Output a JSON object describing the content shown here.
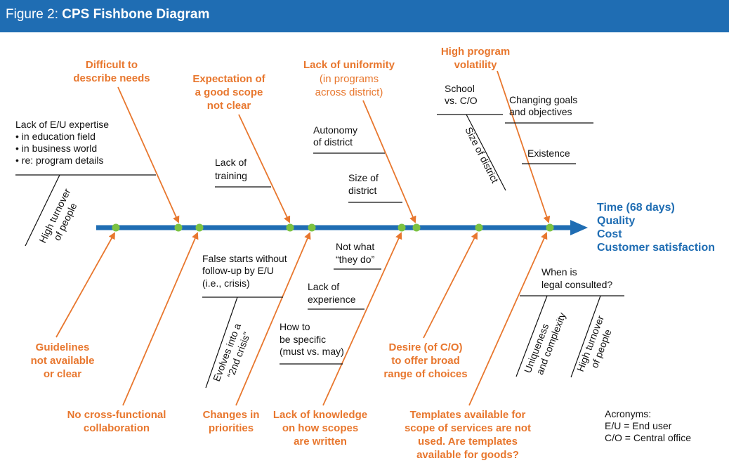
{
  "header": {
    "figure_label": "Figure 2:",
    "title": "CPS Fishbone Diagram"
  },
  "colors": {
    "header_bg": "#1f6db3",
    "spine": "#1f6db3",
    "cause_text": "#e8772e",
    "node": "#7cc242",
    "effect_text": "#1f6db3"
  },
  "effect": {
    "items": [
      "Time (68 days)",
      "Quality",
      "Cost",
      "Customer satisfaction"
    ]
  },
  "top_causes": {
    "difficult_needs": [
      "Difficult to",
      "describe needs"
    ],
    "scope_not_clear": [
      "Expectation of",
      "a good scope",
      "not clear"
    ],
    "uniformity_line1": "Lack of uniformity",
    "uniformity_line2": "(in programs",
    "uniformity_line3": "across district)",
    "volatility": [
      "High program",
      "volatility"
    ]
  },
  "bottom_causes": {
    "guidelines": [
      "Guidelines",
      "not available",
      "or clear"
    ],
    "cross_functional": [
      "No cross-functional",
      "collaboration"
    ],
    "priorities": [
      "Changes in",
      "priorities"
    ],
    "knowledge": [
      "Lack of knowledge",
      "on how scopes",
      "are written"
    ],
    "choices": [
      "Desire (of C/O)",
      "to offer broad",
      "range of choices"
    ],
    "templates": [
      "Templates available for",
      "scope of services are not",
      "used. Are templates",
      "available for goods?"
    ]
  },
  "sub_causes": {
    "expertise_heading": "Lack of E/U expertise",
    "expertise_items": [
      "• in education field",
      "• in business world",
      "• re: program details"
    ],
    "turnover_top": [
      "High turnover",
      "of people"
    ],
    "training": [
      "Lack of",
      "training"
    ],
    "autonomy": [
      "Autonomy",
      "of district"
    ],
    "size_district_1": [
      "Size of",
      "district"
    ],
    "school_co": [
      "School",
      "vs. C/O"
    ],
    "size_district_2": "Size of district",
    "changing_goals": [
      "Changing goals",
      "and objectives"
    ],
    "existence": "Existence",
    "false_starts": [
      "False starts without",
      "follow-up by E/U",
      "(i.e., crisis)"
    ],
    "evolves": [
      "Evolves into a",
      "“2nd crisis”"
    ],
    "not_what": [
      "Not what",
      "“they do”"
    ],
    "experience": [
      "Lack of",
      "experience"
    ],
    "specific": [
      "How to",
      "be specific",
      "(must vs. may)"
    ],
    "legal": [
      "When is",
      "legal consulted?"
    ],
    "uniqueness": [
      "Uniqueness",
      "and complexity"
    ],
    "turnover_bottom": [
      "High turnover",
      "of people"
    ]
  },
  "acronyms": {
    "heading": "Acronyms:",
    "items": [
      "E/U = End user",
      "C/O = Central office"
    ]
  }
}
